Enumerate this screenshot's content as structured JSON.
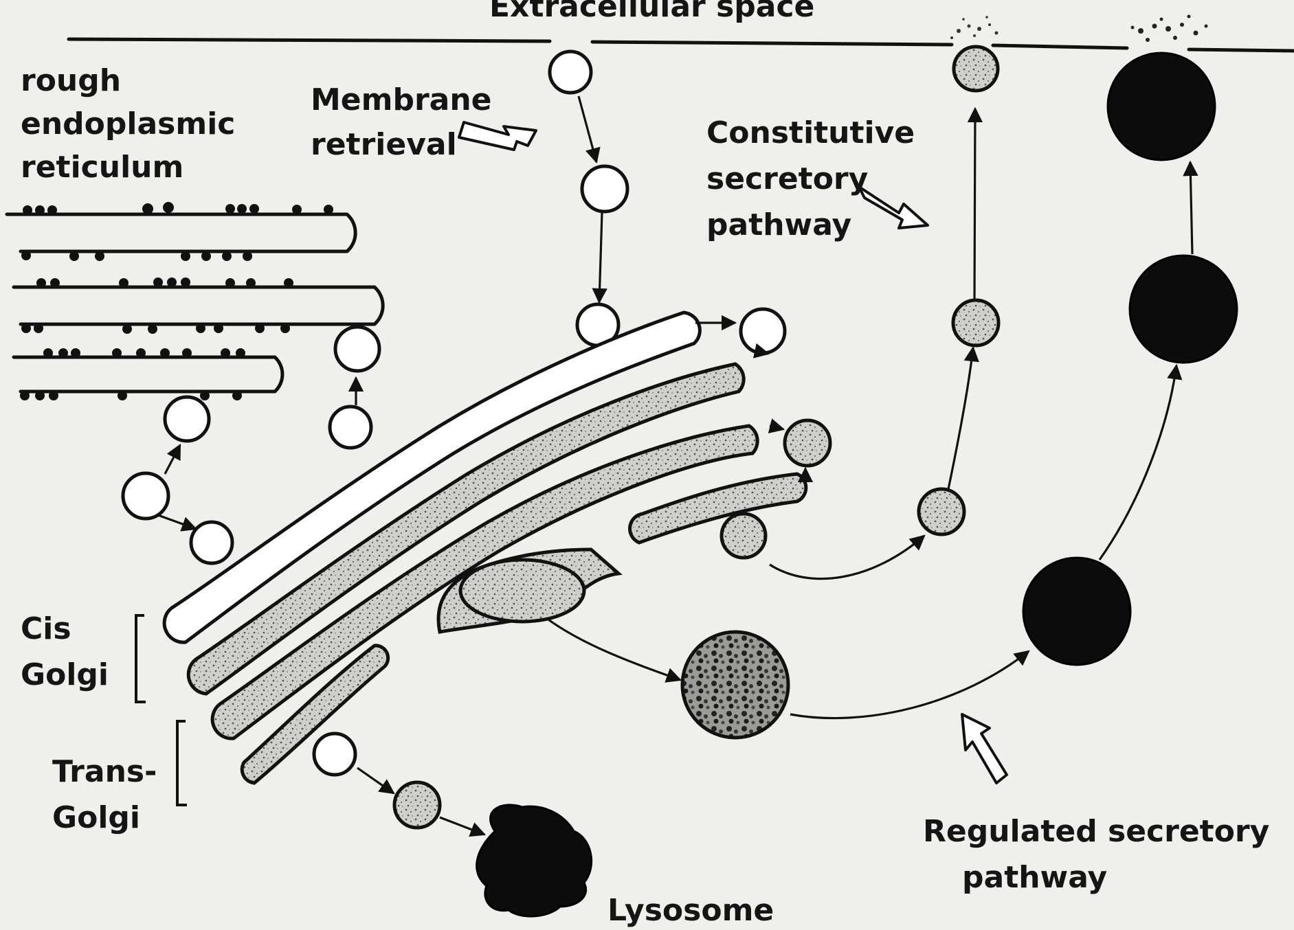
{
  "labels": {
    "extracellular": "Extracellular space",
    "rer_line1": "rough",
    "rer_line2": "endoplasmic",
    "rer_line3": "reticulum",
    "membrane_line1": "Membrane",
    "membrane_line2": "retrieval",
    "constitutive_line1": "Constitutive",
    "constitutive_line2": "secretory",
    "constitutive_line3": "pathway",
    "cis_line1": "Cis",
    "cis_line2": "Golgi",
    "trans_line1": "Trans-",
    "trans_line2": "Golgi",
    "regulated_line1": "Regulated secretory",
    "regulated_line2": "pathway",
    "lysosome": "Lysosome"
  }
}
